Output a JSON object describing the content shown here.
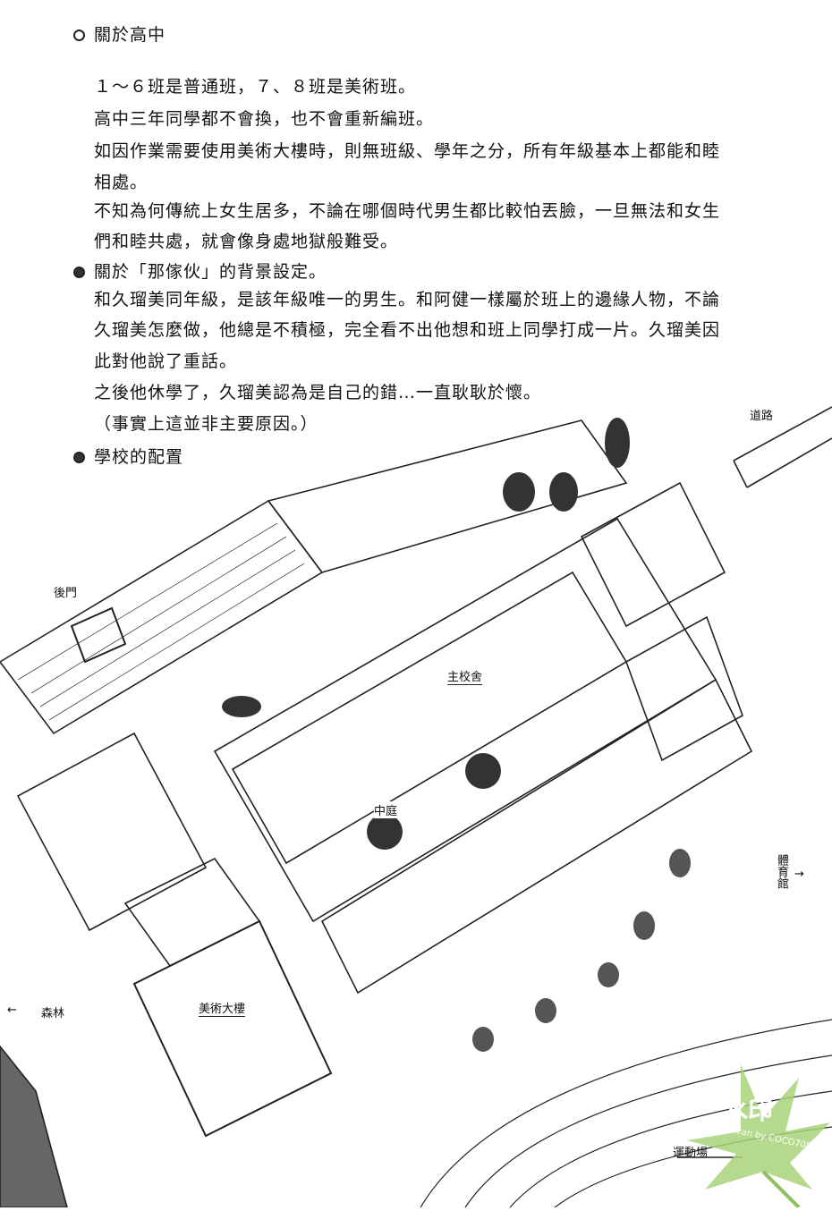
{
  "notes": {
    "section1": {
      "heading": "關於高中",
      "lines": [
        "１～６班是普通班，７、８班是美術班。",
        "高中三年同學都不會換，也不會重新編班。",
        "如因作業需要使用美術大樓時，則無班級、學年之分，所有年級基本上都能和睦",
        "相處。",
        "不知為何傳統上女生居多，不論在哪個時代男生都比較怕丟臉，一旦無法和女生",
        "們和睦共處，就會像身處地獄般難受。"
      ]
    },
    "section2": {
      "heading": "關於「那傢伙」的背景設定。",
      "lines": [
        "和久瑠美同年級，是該年級唯一的男生。和阿健一樣屬於班上的邊緣人物，不論",
        "久瑠美怎麼做，他總是不積極，完全看不出他想和班上同學打成一片。久瑠美因",
        "此對他說了重話。",
        "之後他休學了，久瑠美認為是自己的錯…一直耿耿於懷。",
        "（事實上這並非主要原因。）"
      ]
    },
    "section3": {
      "heading": "學校的配置"
    }
  },
  "map": {
    "labels": {
      "road": "道路",
      "back_gate": "後門",
      "main_building": "主校舍",
      "courtyard": "中庭",
      "gym": "體育館",
      "gym_arrow": "→",
      "forest": "森林",
      "forest_arrow": "←",
      "art_building": "美術大樓",
      "field": "運動場"
    }
  },
  "watermark": {
    "text": "水印",
    "credit": "Scan by COCO7081",
    "color": "#9fcf6a"
  }
}
